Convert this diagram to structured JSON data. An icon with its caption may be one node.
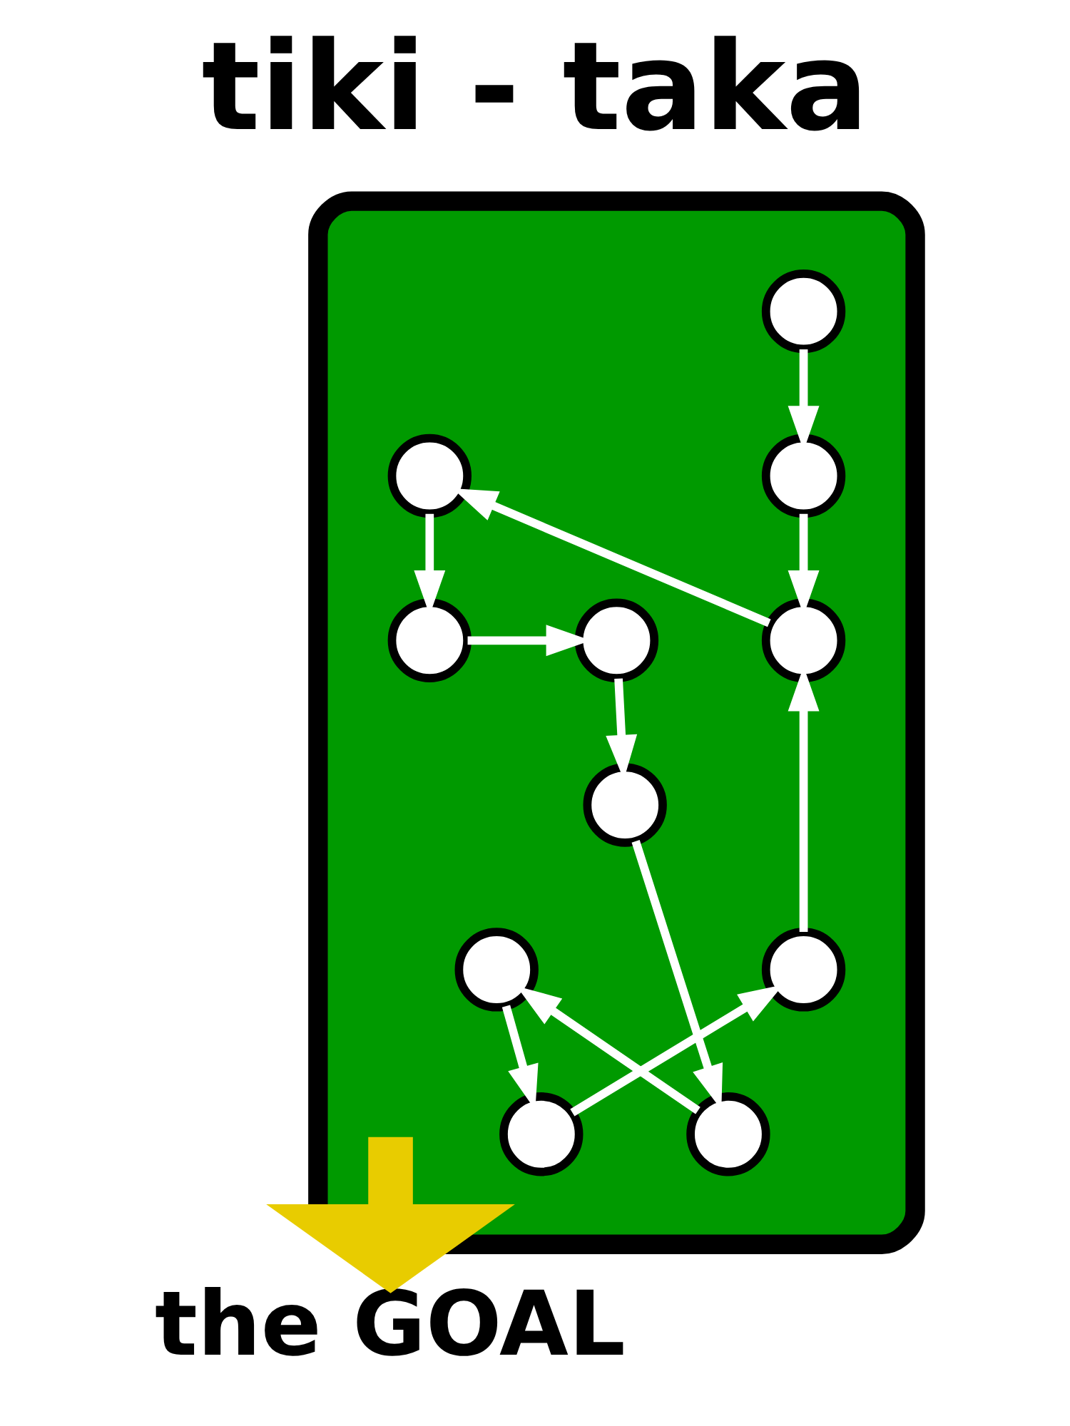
{
  "diagram": {
    "title": "tiki - taka",
    "nodes": [
      {
        "text": [],
        "shape": "box"
      },
      {
        "text": [],
        "shape": "circle",
        "in": 0
      },
      {
        "text": [],
        "shape": "circle",
        "in": 0
      },
      {
        "text": [],
        "shape": "circle",
        "in": 0
      },
      {
        "text": [],
        "shape": "circle",
        "in": 0
      },
      {
        "text": [],
        "shape": "circle",
        "in": 0
      },
      {
        "text": [],
        "shape": "circle",
        "in": 0
      },
      {
        "text": [],
        "shape": "circle",
        "in": 0
      },
      {
        "text": [],
        "shape": "circle",
        "in": 0
      },
      {
        "text": [],
        "shape": "circle",
        "in": 0
      },
      {
        "text": [],
        "shape": "circle",
        "in": 0
      },
      {
        "text": [],
        "shape": "circle",
        "in": 0
      },
      {
        "text": [
          "the GOAL"
        ]
      }
    ],
    "edges": [
      {
        "from": 1,
        "to": 3,
        "arrow": "to"
      },
      {
        "from": 3,
        "to": 4,
        "arrow": "to"
      },
      {
        "from": 4,
        "to": 2,
        "arrow": "to"
      },
      {
        "from": 2,
        "to": 6,
        "arrow": "to"
      },
      {
        "from": 6,
        "to": 5,
        "arrow": "to"
      },
      {
        "from": 5,
        "to": 7,
        "arrow": "to"
      },
      {
        "from": 7,
        "to": 10,
        "arrow": "to"
      },
      {
        "from": 10,
        "to": 8,
        "arrow": "to"
      },
      {
        "from": 8,
        "to": 11,
        "arrow": "to"
      },
      {
        "from": 11,
        "to": 9,
        "arrow": "to"
      },
      {
        "from": 9,
        "to": 4,
        "arrow": "to"
      },
      {
        "from": null,
        "to": 12,
        "arrow": "to",
        "style": "thick",
        "color": "#e8cc00"
      }
    ]
  }
}
